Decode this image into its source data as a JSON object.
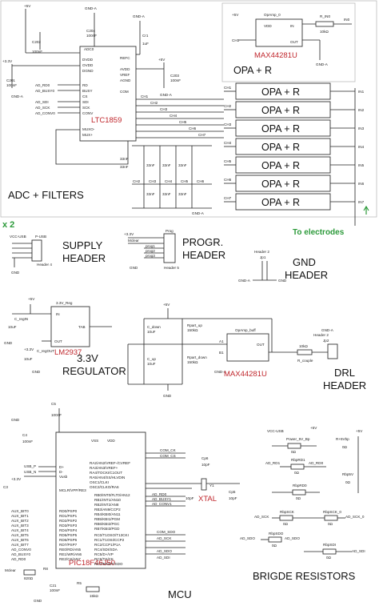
{
  "top": {
    "chip_ltc": "LTC1859",
    "chip_max_top": "MAX44281U",
    "section_adc": "ADC + FILTERS",
    "multiplier": "x 2",
    "to_electrodes": "To electrodes",
    "opa_label": "OPA + R",
    "gnd_a": "GND-A",
    "v5": "+5V",
    "v33": "+3.3V",
    "refc": "REFC",
    "adc0": "ADC0",
    "mux_out": "MUXO-",
    "mux_in": "MUX+",
    "opamp0": "OpAmp_0",
    "r_in0": "R_IN0",
    "r_val": "10kΩ",
    "cap_100nf": "100nF",
    "cap_33nf": "33nF",
    "cap_1uf": "1uF",
    "vdd": "VDD",
    "in": "IN",
    "out": "OUT",
    "ltc_pins_left": [
      "DVDD",
      "OVDD",
      "DGND",
      "RD",
      "BUSY",
      "CS",
      "SDI",
      "SCK",
      "CONV"
    ],
    "ltc_signals": [
      "AD_RD0",
      "AD_BUSY0",
      "AD_SDI",
      "AD_SCK",
      "AD_CONV0"
    ],
    "ltc_pins_right": [
      "AVDD",
      "VREF",
      "AGND",
      "COM"
    ],
    "channels": [
      "CH1",
      "CH2",
      "CH3",
      "CH4",
      "CH5",
      "CH6",
      "CH7"
    ],
    "inputs": [
      "IN0",
      "IN1",
      "IN2",
      "IN3",
      "IN4",
      "IN5",
      "IN6",
      "IN7"
    ],
    "caps": [
      "C201",
      "C202",
      "C203",
      "C204",
      "Cr1"
    ]
  },
  "supply": {
    "title_line1": "SUPPLY",
    "title_line2": "HEADER",
    "vcc_usb": "VCC-USB",
    "p_usb": "P-USB",
    "header": "Header 4",
    "gnd": "GND"
  },
  "progr": {
    "title_line1": "PROGR.",
    "title_line2": "HEADER",
    "prog": "Prog",
    "mclear": "Mclear",
    "pins": [
      "prog1",
      "prog2",
      "prog3"
    ],
    "header": "Header 5"
  },
  "gnd_header": {
    "title_line1": "GND",
    "title_line2": "HEADER",
    "header": "Header 2",
    "jp": "Jp1",
    "gnd_a": "GND-A",
    "gnd": "GND"
  },
  "regulator": {
    "chip": "LM2937",
    "title_line1": "3.3V",
    "title_line2": "REGULATOR",
    "net": "3.3V_Reg",
    "c_regin": "C_regIN",
    "c_regout": "C_regOUT",
    "cap_10uf": "10uF",
    "tab": "TAB",
    "pin_in": "IN",
    "pin_out": "OUT",
    "gnd": "GND",
    "v5": "+5V",
    "v33": "+3.3V"
  },
  "drl": {
    "chip": "MAX44281U",
    "title_line1": "DRL",
    "title_line2": "HEADER",
    "opamp": "OpAmp_buff",
    "c_down": "C_down",
    "c_up": "C_up",
    "rpart_up": "Rpart_up",
    "rpart_down": "Rpart_down",
    "r_couple": "R_couple",
    "r_150k": "150kΩ",
    "r_1k": "10kΩ",
    "header": "Header 2",
    "jp": "Jp2",
    "cap_10uf": "10uF",
    "gnd_a": "GND-A",
    "gnd": "GND",
    "v5": "+5V",
    "a1": "A1",
    "b1": "B1"
  },
  "mcu": {
    "chip": "PIC18F46J50",
    "title": "MCU",
    "xtal": "XTAL",
    "y1": "Y1",
    "pins_left": [
      "D+",
      "D-",
      "Vusb",
      "RD0/PSP0",
      "RD1/PSP1",
      "RD2/PSP2",
      "RD3/PSP3",
      "RD4/PSP4",
      "RD5/PSP5",
      "RD6/PSP6",
      "RD7/PSP7",
      "RE0/RD/AN5",
      "RE1/WR/AN6",
      "RE2/CS/AN7",
      "MCLR/VPP/RE3"
    ],
    "pins_right": [
      "RA2/AN2/VREF-/CVREF",
      "RA3/AN3/VREF+",
      "RA4/TOCKI/C1OUT",
      "RA5/AN4/SS/HLVDIN",
      "OSC1/CLKI",
      "OSC2/CLKO/RA6",
      "RB0/INT0/FLT0/AN12",
      "RB1/INT1/AN10",
      "RB2/INT2/AN8",
      "RB3/AN9/CCP2",
      "RB4/KBI0/AN11",
      "RB5/KBI1/PGM",
      "RB6/KBI2/PGC",
      "RB7/KBI3/PGD",
      "RC0/T1OSO/T13CKI",
      "RC1/T1OSI/CCP2",
      "RC2/CCP1/P1A",
      "RC4/SDI/SDA",
      "RC5/D+/VP",
      "RC6/TX/CK",
      "RC7/RX/DT/SDO"
    ],
    "nets_right": [
      "COM_CK",
      "COM_CS",
      "AD_RD0",
      "AD_BUSY1",
      "AD_CONV1",
      "COM_SDO",
      "AD_SCK",
      "AD_SDO",
      "AD_SDI"
    ],
    "aux_bits": [
      "AUX_BIT0",
      "AUX_BIT1",
      "AUX_BIT2",
      "AUX_BIT3",
      "AUX_BIT4",
      "AUX_BIT5",
      "AUX_BIT6",
      "AUX_BIT7"
    ],
    "ad_left": [
      "AD_CONV0",
      "AD_BUSY0",
      "AD_RD0"
    ],
    "usb_p": "USB_P",
    "usb_n": "USB_N",
    "mclear": "Mclear",
    "r_820": "820Ω",
    "r_15k": "15kΩ",
    "r8": "R8",
    "r5": "R5",
    "caps": [
      "C5",
      "C4",
      "C3",
      "C21",
      "Cp5",
      "Cp6"
    ],
    "cap_100nf": "100nF",
    "cap_10pf": "10pF",
    "vss": "VSS",
    "vdd": "VDD"
  },
  "bridge": {
    "title": "BRIGDE RESISTORS",
    "vcc_usb": "VCC-USB",
    "power_5v_bp": "Power_5V_Bp",
    "r5vbp": "R+5Vbp",
    "v5": "+5V",
    "r0": "0Ω",
    "nets": [
      "AD_RD1",
      "AD_RD0",
      "AD_SCK",
      "AD_SCK_0",
      "AD_SDO",
      "AD_SDI"
    ],
    "refs": [
      "RbpRD1",
      "RbpRD0",
      "RbpSCK",
      "RbpSCK_0",
      "RbpSDO",
      "RbpSDI",
      "Rbp5V"
    ]
  }
}
